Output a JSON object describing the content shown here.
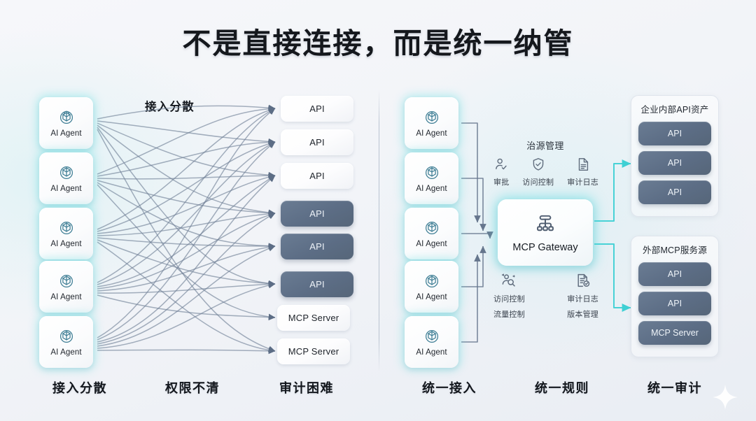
{
  "title": "不是直接连接，而是统一纳管",
  "left": {
    "scatter_heading": "接入分散",
    "agents": [
      {
        "label": "AI Agent",
        "icon": "openai-logo-icon"
      },
      {
        "label": "AI Agent",
        "icon": "openai-logo-icon"
      },
      {
        "label": "AI Agent",
        "icon": "openai-logo-icon"
      },
      {
        "label": "AI Agent",
        "icon": "openai-logo-icon"
      },
      {
        "label": "AI Agent",
        "icon": "openai-logo-icon"
      }
    ],
    "endpoints": [
      {
        "label": "API",
        "style": "light"
      },
      {
        "label": "API",
        "style": "light"
      },
      {
        "label": "API",
        "style": "light"
      },
      {
        "label": "API",
        "style": "dark"
      },
      {
        "label": "API",
        "style": "dark"
      },
      {
        "label": "API",
        "style": "dark"
      },
      {
        "label": "MCP Server",
        "style": "light"
      },
      {
        "label": "MCP Server",
        "style": "light"
      }
    ],
    "bottom_labels": [
      "接入分散",
      "权限不清",
      "审计困难"
    ]
  },
  "right": {
    "agents": [
      {
        "label": "AI Agent",
        "icon": "openai-logo-icon"
      },
      {
        "label": "AI Agent",
        "icon": "openai-logo-icon"
      },
      {
        "label": "AI Agent",
        "icon": "openai-logo-icon"
      },
      {
        "label": "AI Agent",
        "icon": "openai-logo-icon"
      },
      {
        "label": "AI Agent",
        "icon": "openai-logo-icon"
      }
    ],
    "governance": {
      "title": "治源管理",
      "items": [
        {
          "caption": "审批",
          "icon": "user-check-icon"
        },
        {
          "caption": "访问控制",
          "icon": "shield-check-icon"
        },
        {
          "caption": "审计日志",
          "icon": "document-lines-icon"
        }
      ]
    },
    "gateway": {
      "label": "MCP Gateway",
      "icon": "hierarchy-icon"
    },
    "capabilities": [
      {
        "icon": "access-scan-icon",
        "caption_top": "访问控制",
        "caption_bottom": "流量控制"
      },
      {
        "icon": "audit-check-icon",
        "caption_top": "审计日志",
        "caption_bottom": "版本管理"
      }
    ],
    "panels": [
      {
        "title": "企业内部API资产",
        "items": [
          "API",
          "API",
          "API"
        ]
      },
      {
        "title": "外部MCP服务源",
        "items": [
          "API",
          "API",
          "MCP Server"
        ]
      }
    ],
    "bottom_labels": [
      "统一接入",
      "统一规则",
      "统一审计"
    ]
  },
  "colors": {
    "accent_cyan": "#3fd0d4",
    "dark_box": "#5c6d85",
    "line_gray": "#6f7f96",
    "text": "#15181d",
    "background": "#f2f4f8"
  },
  "decor": {
    "sparkle": "sparkle-icon"
  }
}
